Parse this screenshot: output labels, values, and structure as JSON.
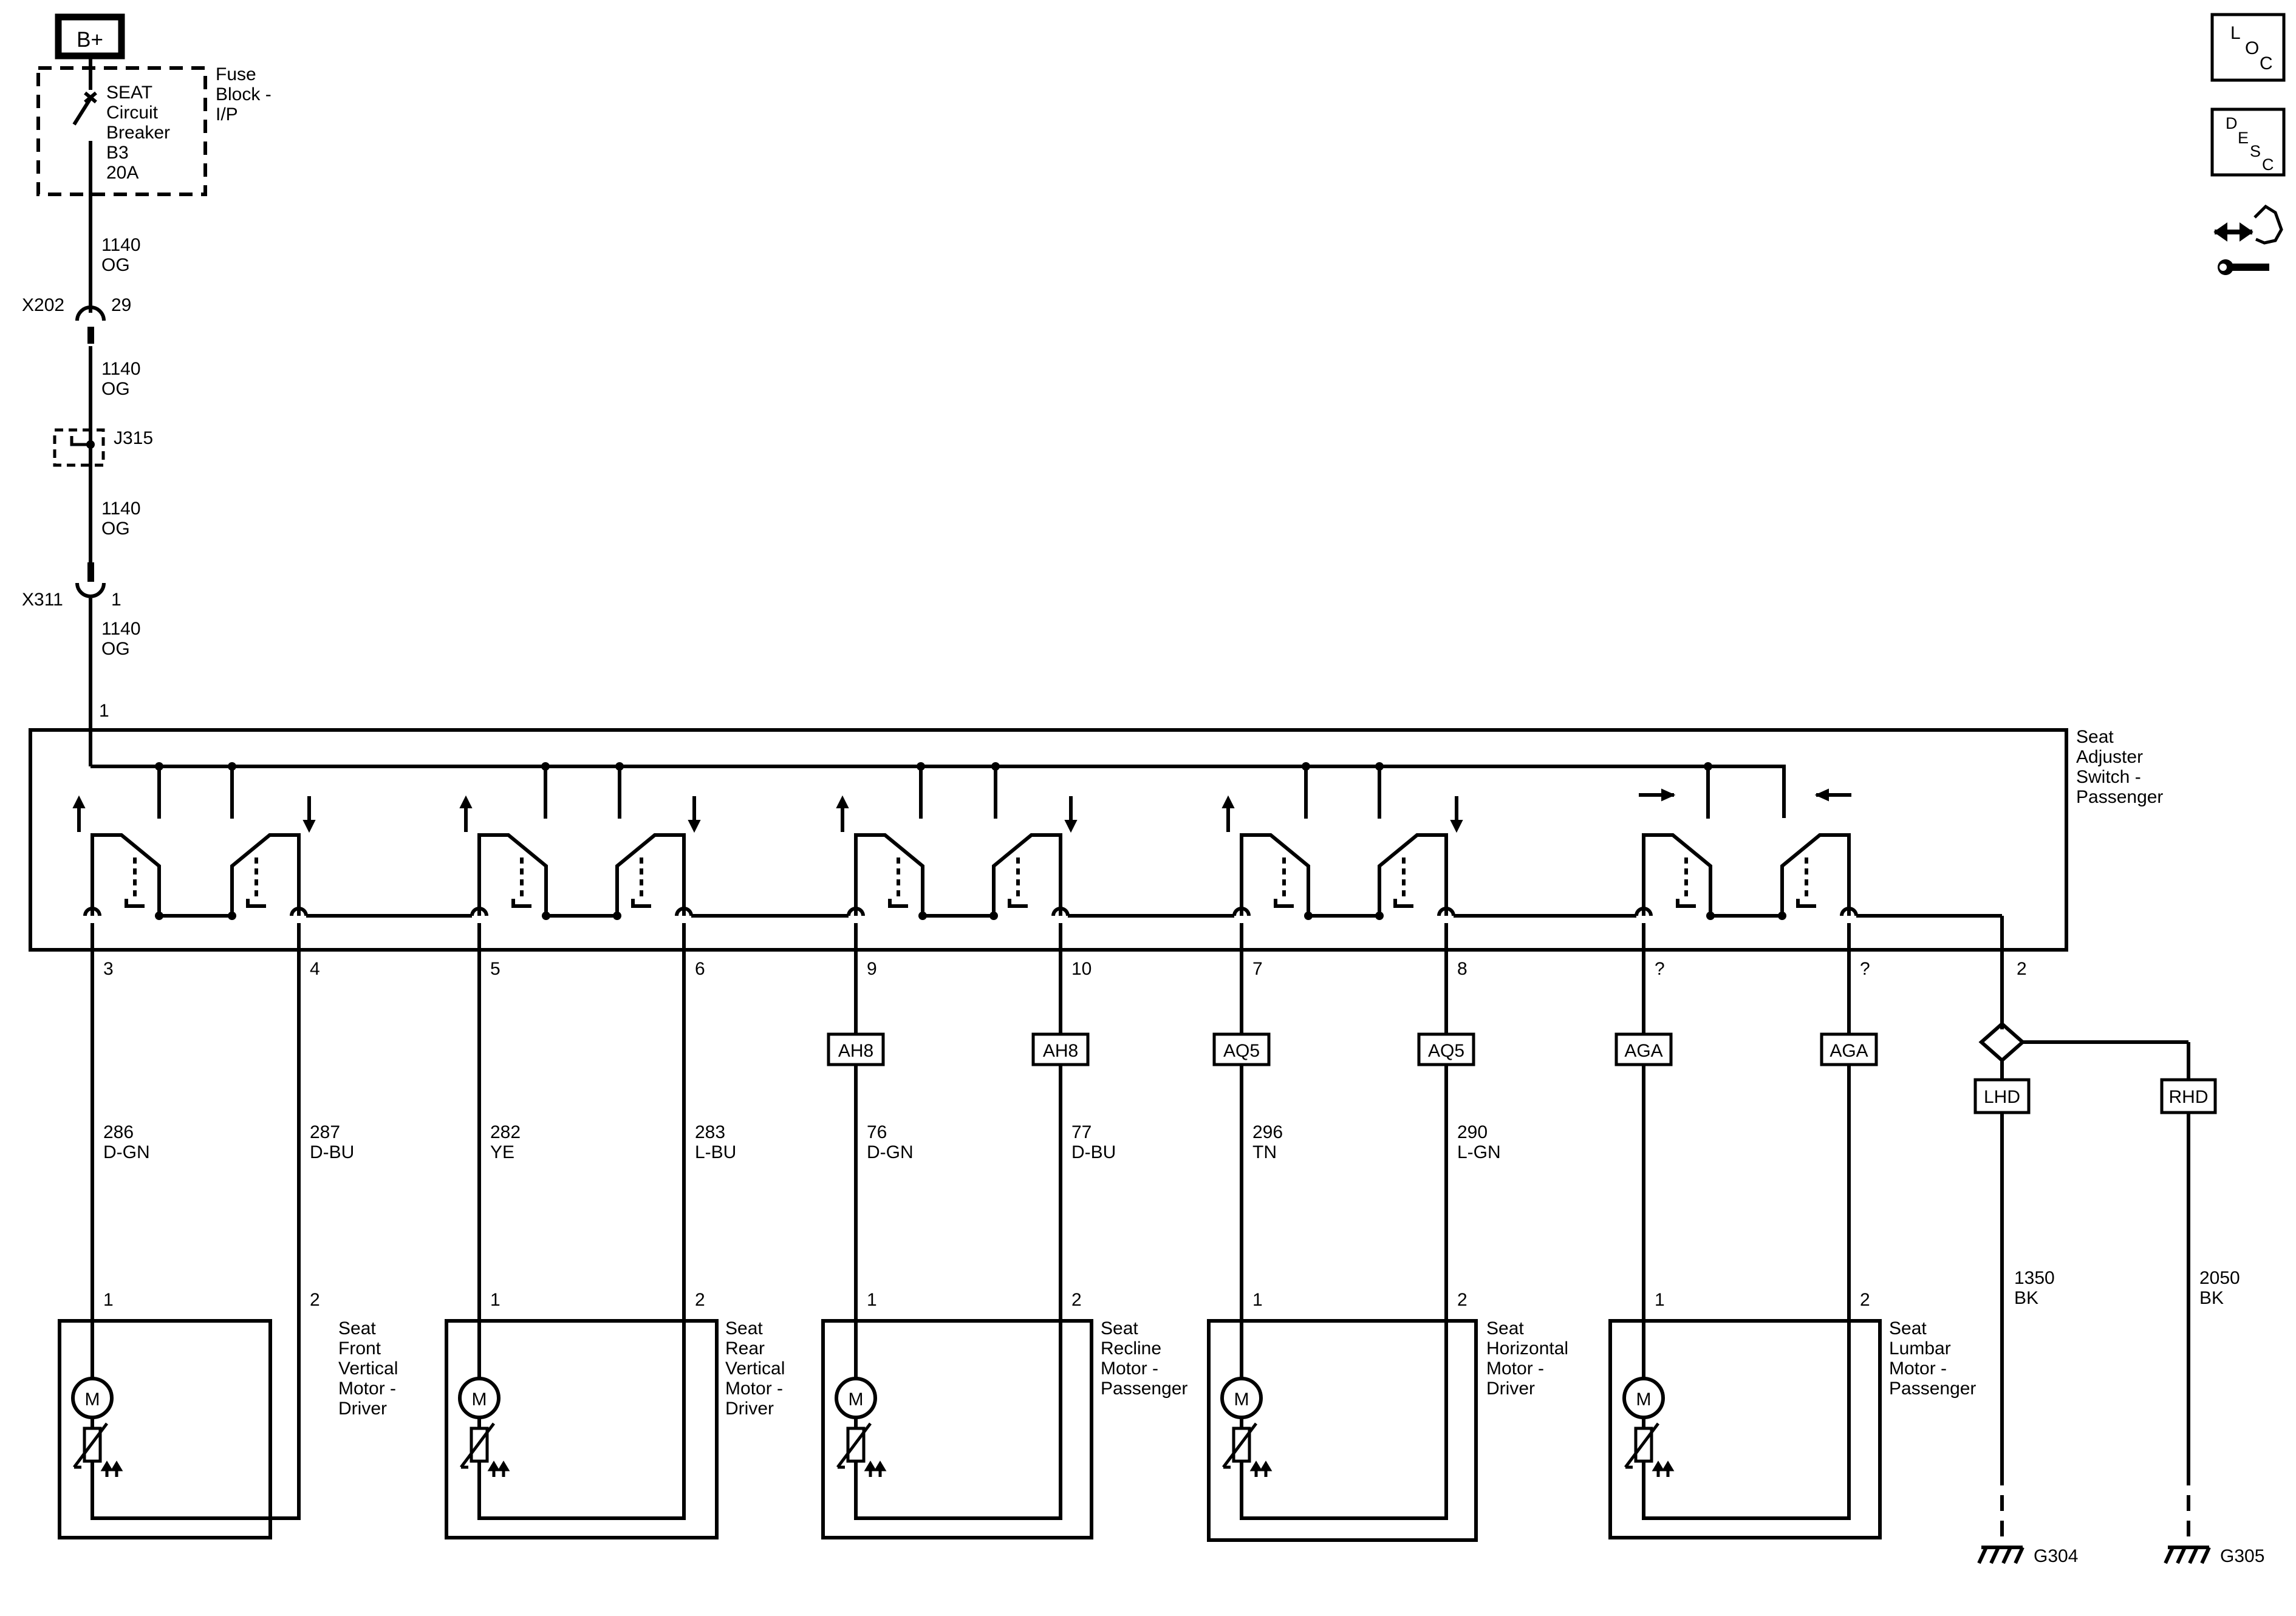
{
  "power": {
    "label": "B+"
  },
  "fuse_block": {
    "breaker_lines": [
      "SEAT",
      "Circuit",
      "Breaker",
      "B3",
      "20A"
    ],
    "name_lines": [
      "Fuse",
      "Block -",
      "I/P"
    ]
  },
  "feed": {
    "wire_segments": [
      {
        "number": "1140",
        "color": "OG"
      },
      {
        "number": "1140",
        "color": "OG"
      },
      {
        "number": "1140",
        "color": "OG"
      },
      {
        "number": "1140",
        "color": "OG"
      }
    ],
    "connector_x202": {
      "name": "X202",
      "pin": "29"
    },
    "splice": {
      "name": "J315"
    },
    "connector_x311": {
      "name": "X311",
      "pin": "1"
    },
    "switch_input_pin": "1"
  },
  "switch": {
    "name_lines": [
      "Seat",
      "Adjuster",
      "Switch -",
      "Passenger"
    ],
    "ground_pin": "2"
  },
  "channels": [
    {
      "pin_a": "3",
      "pin_b": "4",
      "opt_a": "",
      "opt_b": "",
      "wire_a": {
        "number": "286",
        "color": "D-GN"
      },
      "wire_b": {
        "number": "287",
        "color": "D-BU"
      },
      "motor_pin_a": "1",
      "motor_pin_b": "2",
      "motor_symbol": "M",
      "motor_name_lines": [
        "Seat",
        "Front",
        "Vertical",
        "Motor -",
        "Driver"
      ]
    },
    {
      "pin_a": "5",
      "pin_b": "6",
      "opt_a": "",
      "opt_b": "",
      "wire_a": {
        "number": "282",
        "color": "YE"
      },
      "wire_b": {
        "number": "283",
        "color": "L-BU"
      },
      "motor_pin_a": "1",
      "motor_pin_b": "2",
      "motor_symbol": "M",
      "motor_name_lines": [
        "Seat",
        "Rear",
        "Vertical",
        "Motor -",
        "Driver"
      ]
    },
    {
      "pin_a": "9",
      "pin_b": "10",
      "opt_a": "AH8",
      "opt_b": "AH8",
      "wire_a": {
        "number": "76",
        "color": "D-GN"
      },
      "wire_b": {
        "number": "77",
        "color": "D-BU"
      },
      "motor_pin_a": "1",
      "motor_pin_b": "2",
      "motor_symbol": "M",
      "motor_name_lines": [
        "Seat",
        "Recline",
        "Motor -",
        "Passenger"
      ]
    },
    {
      "pin_a": "7",
      "pin_b": "8",
      "opt_a": "AQ5",
      "opt_b": "AQ5",
      "wire_a": {
        "number": "296",
        "color": "TN"
      },
      "wire_b": {
        "number": "290",
        "color": "L-GN"
      },
      "motor_pin_a": "1",
      "motor_pin_b": "2",
      "motor_symbol": "M",
      "motor_name_lines": [
        "Seat",
        "Horizontal",
        "Motor -",
        "Driver"
      ]
    },
    {
      "pin_a": "?",
      "pin_b": "?",
      "opt_a": "AGA",
      "opt_b": "AGA",
      "wire_a": {
        "number": "",
        "color": ""
      },
      "wire_b": {
        "number": "",
        "color": ""
      },
      "motor_pin_a": "1",
      "motor_pin_b": "2",
      "motor_symbol": "M",
      "motor_name_lines": [
        "Seat",
        "Lumbar",
        "Motor -",
        "Passenger"
      ]
    }
  ],
  "grounds": [
    {
      "option": "LHD",
      "wire": {
        "number": "1350",
        "color": "BK"
      },
      "name": "G304"
    },
    {
      "option": "RHD",
      "wire": {
        "number": "2050",
        "color": "BK"
      },
      "name": "G305"
    }
  ],
  "nav_icons": [
    {
      "icon": "loc-icon",
      "letters": [
        "L",
        "O",
        "C"
      ]
    },
    {
      "icon": "desc-icon",
      "letters": [
        "D",
        "E",
        "S",
        "C"
      ]
    },
    {
      "icon": "service-tools-icon"
    }
  ]
}
